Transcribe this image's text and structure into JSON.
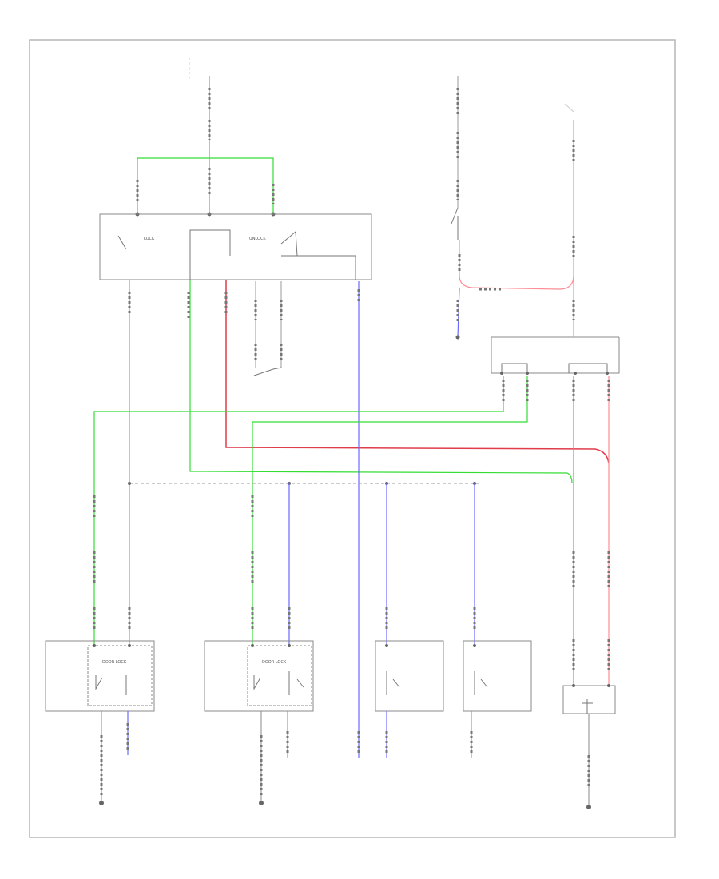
{
  "colors": {
    "frame": "#b5b5b5",
    "wire_black": "#777777",
    "wire_green": "#33dd33",
    "wire_red": "#e03c4a",
    "wire_pink": "#ff8c96",
    "wire_blue": "#6a6aff",
    "wire_gray": "#999999",
    "ground_dot": "#666666"
  },
  "components": {
    "door_lock_switch": {
      "lock_label": "LOCK",
      "unlock_label": "UNLOCK"
    },
    "left_door_lock_actuator": {
      "inner_label": "DOOR LOCK"
    },
    "right_door_lock_actuator": {
      "inner_label": "DOOR LOCK"
    }
  },
  "footer": {
    "code": ""
  }
}
